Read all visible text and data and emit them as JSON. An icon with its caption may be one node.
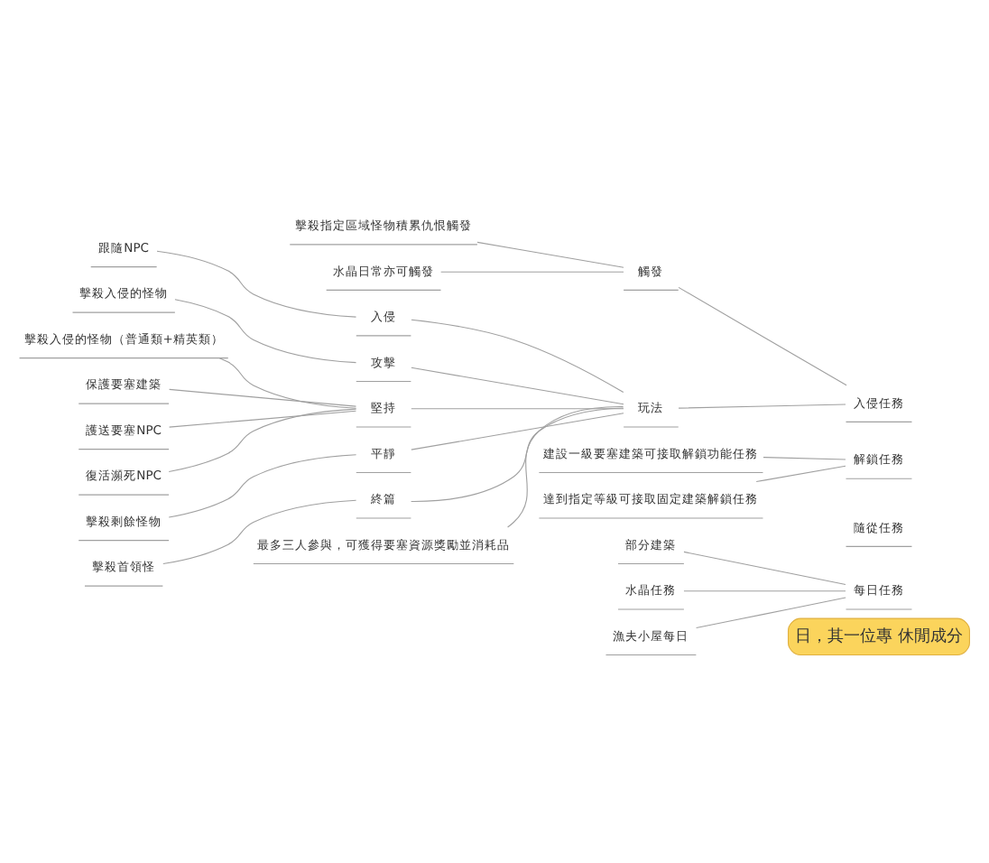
{
  "diagram": {
    "nodes": [
      {
        "text": [
          "日，其一位專 休閒成分"
        ]
      },
      {
        "text": [
          "部分建築"
        ]
      },
      {
        "text": [
          "水晶任務"
        ]
      },
      {
        "text": [
          "漁夫小屋每日"
        ]
      },
      {
        "text": [
          "每日任務"
        ]
      },
      {
        "text": [
          "隨從任務"
        ]
      },
      {
        "text": [
          "建設一級要塞建築可接取解鎖功能任務"
        ]
      },
      {
        "text": [
          "達到指定等級可接取固定建築解鎖任務"
        ]
      },
      {
        "text": [
          "解鎖任務"
        ]
      },
      {
        "text": [
          "擊殺指定區域怪物積累仇恨觸發"
        ]
      },
      {
        "text": [
          "水晶日常亦可觸發"
        ]
      },
      {
        "text": [
          "觸發"
        ]
      },
      {
        "text": [
          "跟隨NPC"
        ]
      },
      {
        "text": [
          "入侵"
        ]
      },
      {
        "text": [
          "擊殺入侵的怪物"
        ]
      },
      {
        "text": [
          "攻擊"
        ]
      },
      {
        "text": [
          "擊殺入侵的怪物（普通類+精英類）"
        ]
      },
      {
        "text": [
          "保護要塞建築"
        ]
      },
      {
        "text": [
          "護送要塞NPC"
        ]
      },
      {
        "text": [
          "復活瀕死NPC"
        ]
      },
      {
        "text": [
          "堅持"
        ]
      },
      {
        "text": [
          "擊殺剩餘怪物"
        ]
      },
      {
        "text": [
          "平靜"
        ]
      },
      {
        "text": [
          "擊殺首領怪"
        ]
      },
      {
        "text": [
          "終篇"
        ]
      },
      {
        "text": [
          "玩法"
        ]
      },
      {
        "text": [
          "入侵任務"
        ]
      },
      {
        "text": [
          "最多三人參與，可獲得要塞資源獎勵並消耗品"
        ]
      }
    ],
    "edges": [
      {
        "from": 4,
        "to": 1,
        "arrow": "none"
      },
      {
        "from": 4,
        "to": 2,
        "arrow": "none"
      },
      {
        "from": 4,
        "to": 3,
        "arrow": "none"
      },
      {
        "from": 8,
        "to": 6,
        "arrow": "none"
      },
      {
        "from": 8,
        "to": 7,
        "arrow": "none"
      },
      {
        "from": 11,
        "to": 9,
        "arrow": "none"
      },
      {
        "from": 11,
        "to": 10,
        "arrow": "none"
      },
      {
        "from": 13,
        "to": 12,
        "arrow": "none"
      },
      {
        "from": 15,
        "to": 14,
        "arrow": "none"
      },
      {
        "from": 20,
        "to": 16,
        "arrow": "none"
      },
      {
        "from": 20,
        "to": 17,
        "arrow": "none"
      },
      {
        "from": 20,
        "to": 18,
        "arrow": "none"
      },
      {
        "from": 20,
        "to": 19,
        "arrow": "none"
      },
      {
        "from": 22,
        "to": 21,
        "arrow": "none"
      },
      {
        "from": 24,
        "to": 23,
        "arrow": "none"
      },
      {
        "from": 25,
        "to": 13,
        "arrow": "none"
      },
      {
        "from": 25,
        "to": 15,
        "arrow": "none"
      },
      {
        "from": 25,
        "to": 20,
        "arrow": "none"
      },
      {
        "from": 25,
        "to": 22,
        "arrow": "none"
      },
      {
        "from": 25,
        "to": 24,
        "arrow": "none"
      },
      {
        "from": 25,
        "to": 27,
        "arrow": "none"
      },
      {
        "from": 26,
        "to": 11,
        "arrow": "none"
      },
      {
        "from": 26,
        "to": 25,
        "arrow": "none"
      }
    ]
  }
}
